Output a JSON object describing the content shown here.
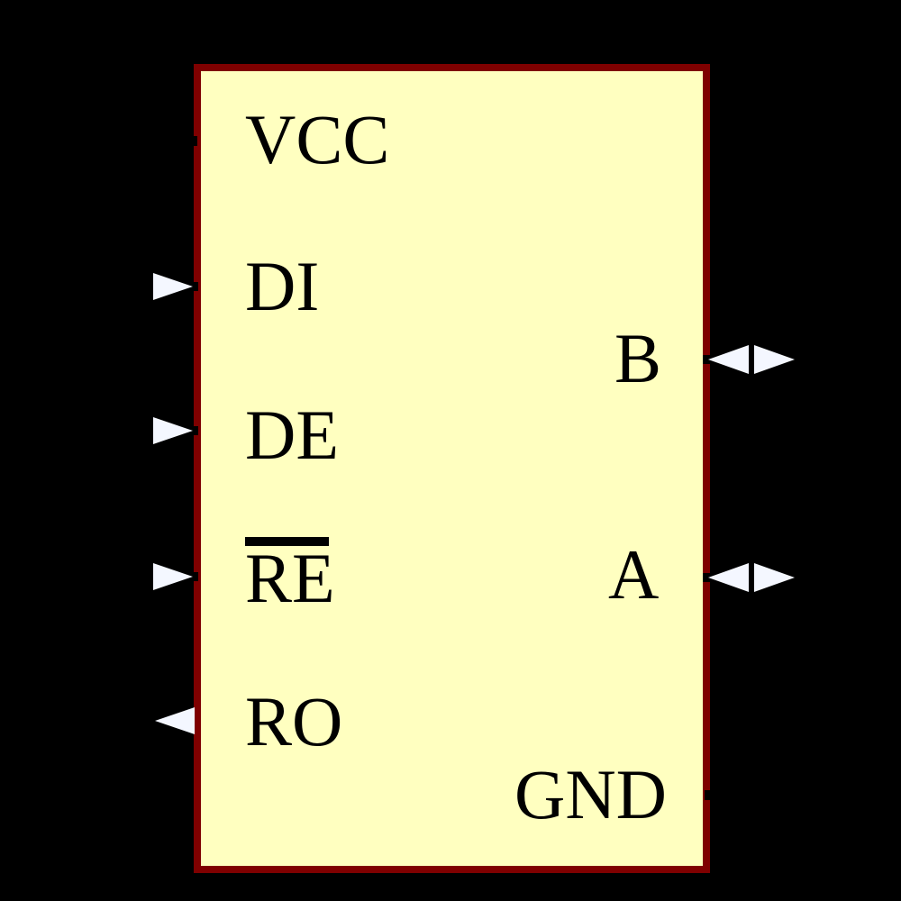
{
  "colors": {
    "background": "#000000",
    "symbol_fill": "#FFFFC0",
    "symbol_border": "#7F0000",
    "arrow_fill": "#F4F7FF",
    "pin_text": "#000000"
  },
  "symbol": {
    "kind": "ic-schematic-symbol",
    "pins": {
      "left": [
        {
          "label": "VCC",
          "direction": "power",
          "marker": "stub"
        },
        {
          "label": "DI",
          "direction": "input",
          "marker": "right-arrow"
        },
        {
          "label": "DE",
          "direction": "input",
          "marker": "right-arrow"
        },
        {
          "label": "RE",
          "overline": true,
          "direction": "input",
          "marker": "right-arrow"
        },
        {
          "label": "RO",
          "direction": "output",
          "marker": "left-arrow"
        }
      ],
      "right": [
        {
          "label": "B",
          "direction": "bidirectional",
          "marker": "double-arrow"
        },
        {
          "label": "A",
          "direction": "bidirectional",
          "marker": "double-arrow"
        },
        {
          "label": "GND",
          "direction": "power",
          "marker": "stub"
        }
      ]
    }
  }
}
